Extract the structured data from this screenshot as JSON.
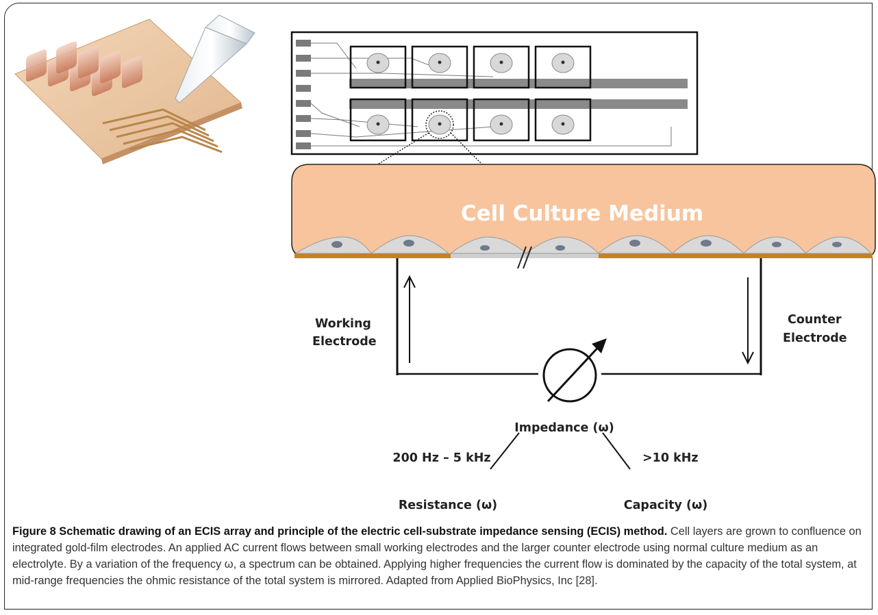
{
  "figure": {
    "medium_label": "Cell Culture Medium",
    "working_electrode": [
      "Working",
      "Electrode"
    ],
    "counter_electrode": [
      "Counter",
      "Electrode"
    ],
    "impedance_label": "Impedance (ω)",
    "low_freq_label": "200 Hz – 5 kHz",
    "high_freq_label": ">10 kHz",
    "resistance_label": "Resistance (ω)",
    "capacity_label": "Capacity (ω)",
    "colors": {
      "medium": "#f7c49d",
      "gold_film": "#c8801f",
      "cell": "#d6d6d6",
      "electrode_pad": "#7a7a7a"
    }
  },
  "caption": {
    "title": "Figure 8 Schematic drawing of an ECIS array and principle of the electric cell-substrate impedance sensing (ECIS) method.",
    "body": " Cell layers are grown to confluence on integrated gold-film electrodes. An applied AC current flows between small working electrodes and the larger counter electrode using normal culture medium as an electrolyte. By a variation of the frequency ω, a spectrum can be obtained. Applying higher frequencies the current flow is dominated by the capacity of the total system, at mid-range frequencies the ohmic resistance of the total system is mirrored. Adapted from Applied BioPhysics, Inc [28]."
  }
}
